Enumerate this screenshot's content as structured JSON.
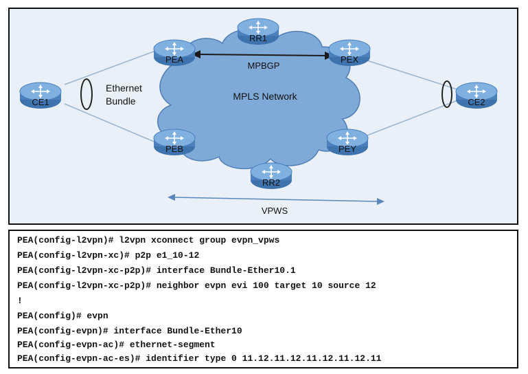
{
  "colors": {
    "cloud_fill": "#7fa9d6",
    "cloud_stroke": "#4f7fb5",
    "router_fill": "#5a8fc8",
    "router_top": "#8fb9e2",
    "link": "#9bb6cf",
    "arrow": "#1a1a1a",
    "vpws_arrow": "#5b88bb"
  },
  "diagram": {
    "nodes": {
      "rr1": "RR1",
      "rr2": "RR2",
      "pea": "PEA",
      "peb": "PEB",
      "pex": "PEX",
      "pey": "PEY",
      "ce1": "CE1",
      "ce2": "CE2"
    },
    "labels": {
      "bundle_line1": "Ethernet",
      "bundle_line2": "Bundle",
      "mpbgp": "MPBGP",
      "mpls": "MPLS Network",
      "vpws": "VPWS"
    },
    "icon": "router-icon"
  },
  "cli": [
    "PEA(config-l2vpn)# l2vpn xconnect group evpn_vpws",
    "PEA(config-l2vpn-xc)# p2p e1_10-12",
    "PEA(config-l2vpn-xc-p2p)# interface Bundle-Ether10.1",
    "PEA(config-l2vpn-xc-p2p)# neighbor evpn evi 100 target 10 source 12",
    "!",
    "PEA(config)# evpn",
    "PEA(config-evpn)# interface Bundle-Ether10",
    "PEA(config-evpn-ac)# ethernet-segment",
    "PEA(config-evpn-ac-es)# identifier type 0 11.12.11.12.11.12.11.12.11"
  ]
}
